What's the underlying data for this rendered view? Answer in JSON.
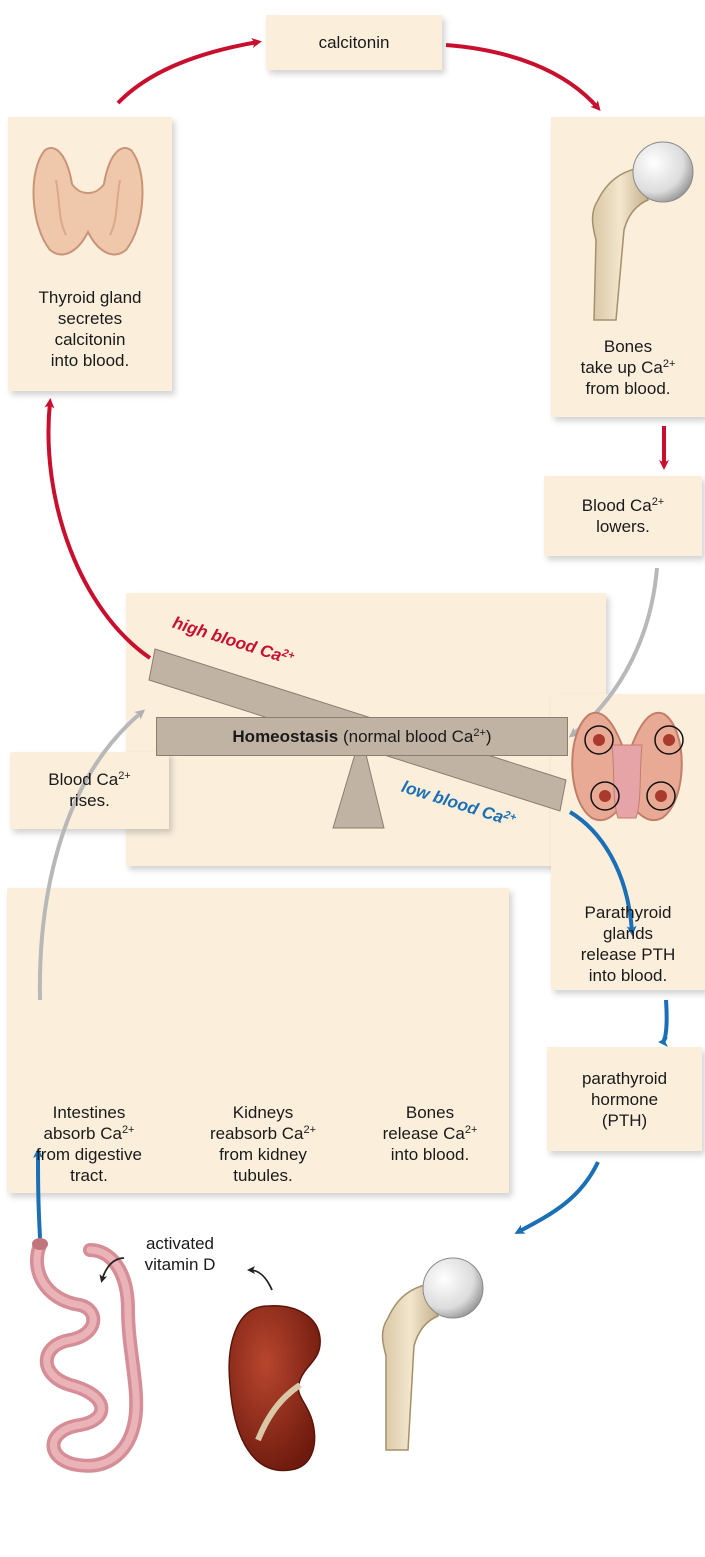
{
  "colors": {
    "box_bg": "#fbefdc",
    "beam": "#c1b3a3",
    "red": "#c8102e",
    "blue": "#1a6fb5",
    "gray": "#b8b8b8"
  },
  "icons": [
    "thyroid-gland-icon",
    "femur-bone-icon",
    "parathyroid-glands-icon",
    "intestines-icon",
    "kidney-icon"
  ],
  "top_path": {
    "hormone": "calcitonin",
    "thyroid": {
      "line1": "Thyroid gland",
      "line2": "secretes",
      "line3": "calcitonin",
      "line4": "into blood."
    },
    "bones_up": {
      "line1": "Bones",
      "line2a": "take up Ca",
      "line2sup": "2+",
      "line3": "from blood."
    },
    "blood_lowers": {
      "line1a": "Blood Ca",
      "line1sup": "2+",
      "line2": "lowers."
    }
  },
  "center": {
    "high": "high blood Ca",
    "high_sup": "2+",
    "homeostasis_bold": "Homeostasis",
    "homeostasis_rest": " (normal blood Ca",
    "homeostasis_sup": "2+",
    "homeostasis_close": ")",
    "low": "low blood Ca",
    "low_sup": "2+"
  },
  "bottom_path": {
    "parathyroid": {
      "line1": "Parathyroid",
      "line2": "glands",
      "line3": "release PTH",
      "line4": "into blood."
    },
    "hormone": {
      "line1": "parathyroid",
      "line2": "hormone",
      "line3": "(PTH)"
    },
    "blood_rises": {
      "line1a": "Blood Ca",
      "line1sup": "2+",
      "line2": "rises."
    },
    "activated_vitamin_d": {
      "line1": "activated",
      "line2": "vitamin D"
    },
    "intestines": {
      "line1": "Intestines",
      "line2a": "absorb Ca",
      "line2sup": "2+",
      "line3": "from digestive",
      "line4": "tract."
    },
    "kidneys": {
      "line1": "Kidneys",
      "line2a": "reabsorb Ca",
      "line2sup": "2+",
      "line3": "from kidney",
      "line4": "tubules."
    },
    "bones_release": {
      "line1": "Bones",
      "line2a": "release Ca",
      "line2sup": "2+",
      "line3": "into blood."
    }
  }
}
